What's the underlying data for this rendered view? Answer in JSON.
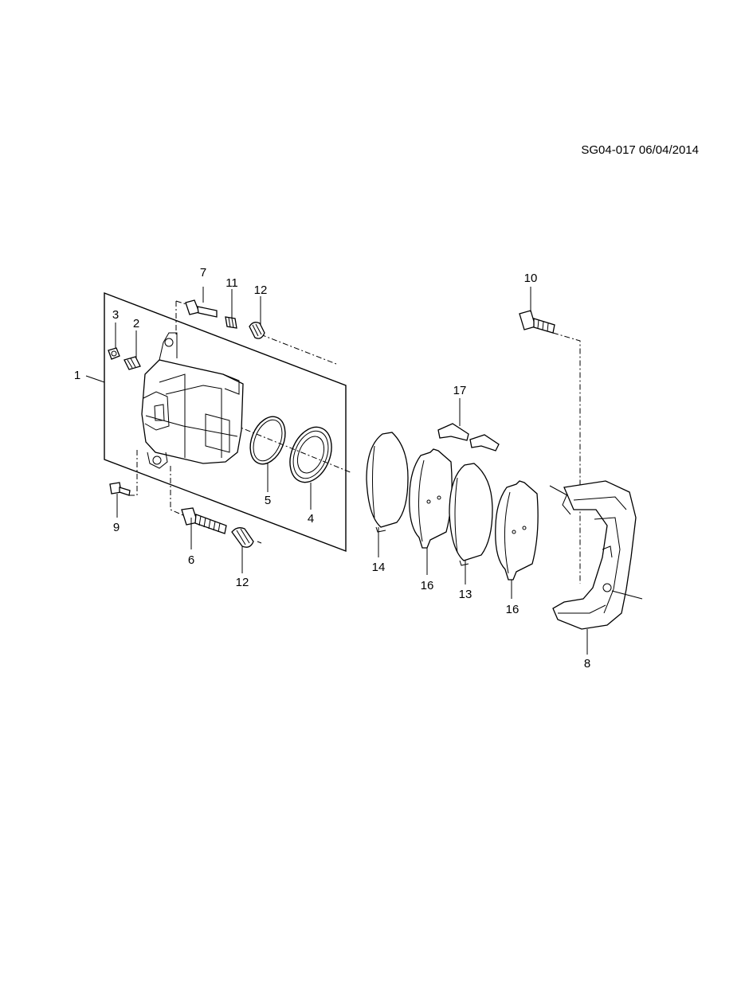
{
  "header": {
    "doc_code": "SG04-017 06/04/2014"
  },
  "callouts": {
    "c1": "1",
    "c2": "2",
    "c3": "3",
    "c4": "4",
    "c5": "5",
    "c6": "6",
    "c7": "7",
    "c8": "8",
    "c9": "9",
    "c10": "10",
    "c11": "11",
    "c12a": "12",
    "c12b": "12",
    "c13": "13",
    "c14": "14",
    "c16a": "16",
    "c16b": "16",
    "c17": "17"
  }
}
